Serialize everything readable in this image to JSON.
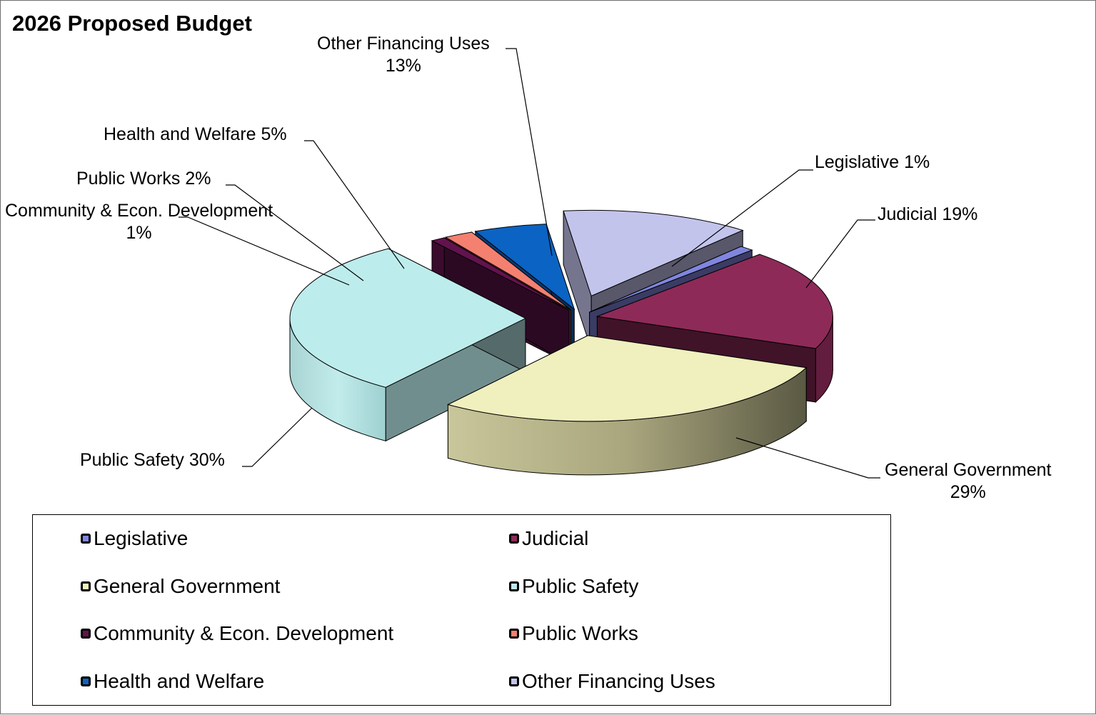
{
  "chart_data": {
    "type": "pie",
    "title": "2026 Proposed Budget",
    "labels": [
      "Legislative",
      "Judicial",
      "General Government",
      "Public Safety",
      "Community & Econ. Development",
      "Public Works",
      "Health and Welfare",
      "Other Financing Uses"
    ],
    "values": [
      1,
      19,
      29,
      30,
      1,
      2,
      5,
      13
    ],
    "data_labels": [
      "1%",
      "19%",
      "29%",
      "30%",
      "1%",
      "2%",
      "5%",
      "13%"
    ],
    "colors": [
      "#8086de",
      "#8e2a58",
      "#f0efbe",
      "#bdecec",
      "#62134d",
      "#f48070",
      "#0b63c3",
      "#c3c4ec"
    ],
    "legend_position": "bottom",
    "style": "3d-exploded"
  }
}
